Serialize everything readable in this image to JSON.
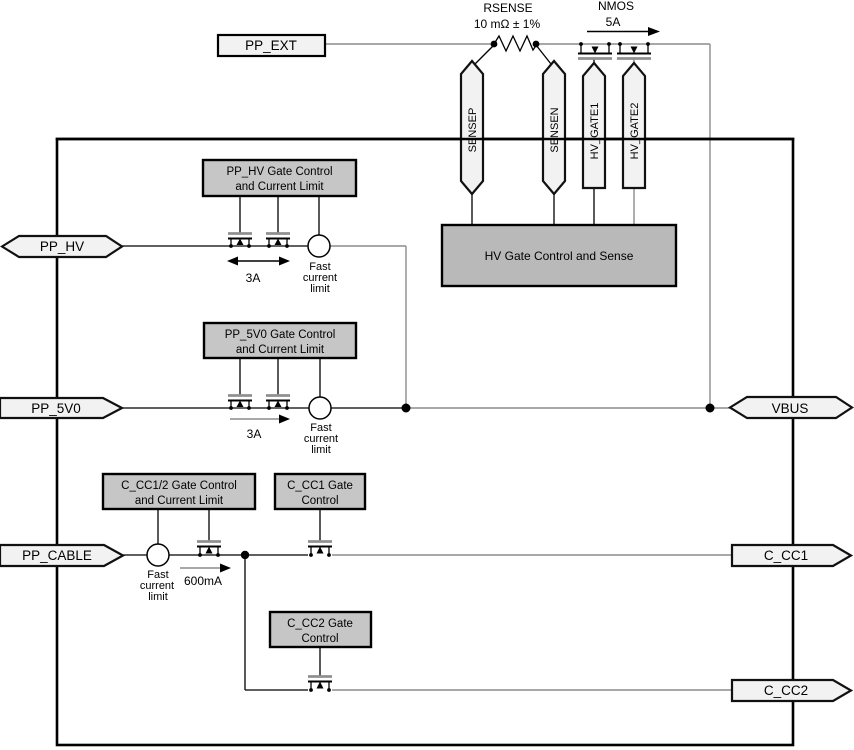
{
  "labels": {
    "pp_ext": "PP_EXT",
    "rsense": "RSENSE",
    "rsense_value": "10 mΩ ± 1%",
    "nmos": "NMOS",
    "nmos_current": "5A",
    "sensep": "SENSEP",
    "sensen": "SENSEN",
    "hv_gate1": "HV_GATE1",
    "hv_gate2": "HV_GATE2",
    "hv_block": "HV Gate Control and Sense",
    "pp_hv": "PP_HV",
    "pp_5v0": "PP_5V0",
    "pp_cable": "PP_CABLE",
    "vbus": "VBUS",
    "c_cc1": "C_CC1",
    "c_cc2": "C_CC2",
    "pp_hv_gc_line1": "PP_HV Gate Control",
    "pp_hv_gc_line2": "and Current Limit",
    "pp_5v0_gc_line1": "PP_5V0 Gate Control",
    "pp_5v0_gc_line2": "and Current Limit",
    "c_cc12_gc_line1": "C_CC1/2 Gate Control",
    "c_cc12_gc_line2": "and Current Limit",
    "c_cc1_gc_line1": "C_CC1 Gate",
    "c_cc1_gc_line2": "Control",
    "c_cc2_gc_line1": "C_CC2 Gate",
    "c_cc2_gc_line2": "Control",
    "hv_limit": "3A",
    "v5_limit": "3A",
    "cable_limit": "600mA",
    "fcl_line1": "Fast",
    "fcl_line2": "current",
    "fcl_line3": "limit"
  },
  "colors": {
    "block_fill": "#c6c6c6",
    "hv_block_fill": "#b9b9b9",
    "pin_fill": "#f2f2f2",
    "wire_gray": "#8c8c8c",
    "line": "#000000",
    "background": "#ffffff"
  }
}
